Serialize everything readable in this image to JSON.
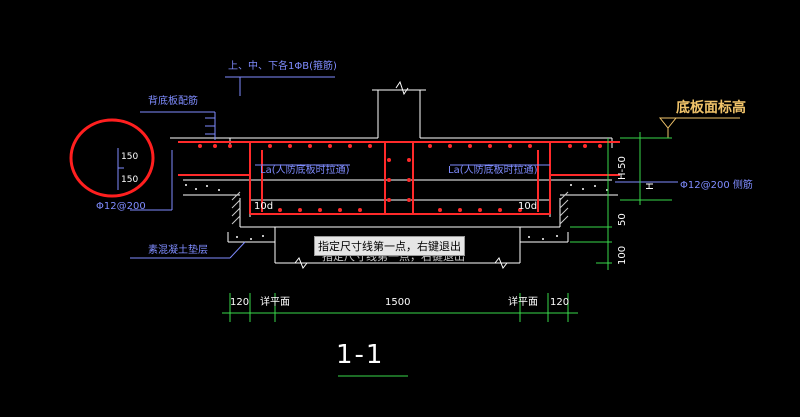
{
  "annotations": {
    "top_stirrup": "上、中、下各1ΦB(箍筋)",
    "back_bottom_rebar": "背底板配筋",
    "dim150_a": "150",
    "dim150_b": "150",
    "phi12_left": "Φ12@200",
    "cushion": "素混凝土垫层",
    "la_left": "La(人防底板时拉通)",
    "la_right": "La(人防底板时拉通)",
    "tenD_left": "10d",
    "tenD_right": "10d",
    "slab_elevation": "底板面标高",
    "phi12_right": "Φ12@200 侧筋",
    "dim_h50": "H-50",
    "dim_h": "H",
    "dim_50": "50",
    "dim_100": "100",
    "dim_120_left": "120",
    "dim_120_right": "120",
    "dim_1500": "1500",
    "detail_left": "详平面",
    "detail_right": "详平面",
    "tooltip": "指定尺寸线第一点，右键退出",
    "tooltip_ghost": "指定尺寸线第一点，右键退出",
    "section_title": "1-1"
  },
  "colors": {
    "background": "#000000",
    "rebar": "#ff2a2a",
    "leader": "#7f8cff",
    "outline": "#ffffff",
    "dimension": "#39d94a",
    "elevation": "#f0c36a",
    "highlight": "#ff1f1f"
  }
}
